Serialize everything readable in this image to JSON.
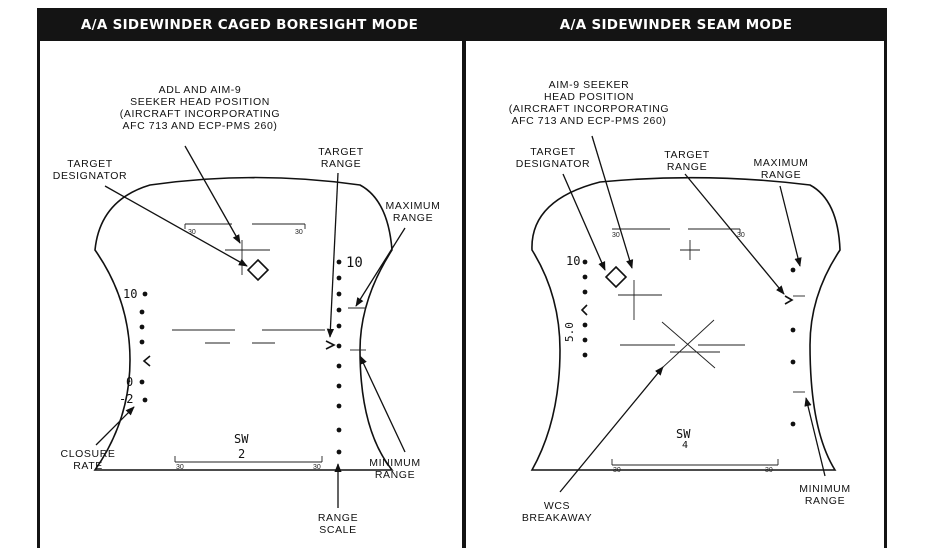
{
  "left_panel": {
    "title": "A/A SIDEWINDER CAGED  BORESIGHT MODE",
    "labels": {
      "adl_seeker": [
        "ADL AND AIM-9",
        "SEEKER HEAD POSITION",
        "(AIRCRAFT INCORPORATING",
        "AFC 713 AND ECP-PMS 260)"
      ],
      "target_designator": [
        "TARGET",
        "DESIGNATOR"
      ],
      "target_range": [
        "TARGET",
        "RANGE"
      ],
      "maximum_range": [
        "MAXIMUM",
        "RANGE"
      ],
      "closure_rate": [
        "CLOSURE",
        "RATE"
      ],
      "minimum_range": [
        "MINIMUM",
        "RANGE"
      ],
      "range_scale": [
        "RANGE",
        "SCALE"
      ]
    },
    "hud": {
      "pitch_top_left": "30",
      "pitch_top_right": "30",
      "pitch_bottom_left": "30",
      "pitch_bottom_right": "30",
      "range_scale_value": "10",
      "closure_top": "10",
      "closure_zero": "0",
      "closure_rate_value": "-2",
      "weapon": "SW",
      "weapon_count": "2"
    }
  },
  "right_panel": {
    "title": "A/A SIDEWINDER SEAM MODE",
    "labels": {
      "aim9_seeker": [
        "AIM-9 SEEKER",
        "HEAD POSITION",
        "(AIRCRAFT INCORPORATING",
        "AFC 713 AND ECP-PMS 260)"
      ],
      "target_designator": [
        "TARGET",
        "DESIGNATOR"
      ],
      "target_range": [
        "TARGET",
        "RANGE"
      ],
      "maximum_range": [
        "MAXIMUM",
        "RANGE"
      ],
      "wcs_breakaway": [
        "WCS",
        "BREAKAWAY"
      ],
      "minimum_range": [
        "MINIMUM",
        "RANGE"
      ]
    },
    "hud": {
      "pitch_top_left": "30",
      "pitch_top_right": "30",
      "pitch_bottom_left": "30",
      "pitch_bottom_right": "30",
      "closure_top": "10",
      "closure_bottom": "5.0",
      "weapon": "SW",
      "weapon_count": "4"
    }
  }
}
